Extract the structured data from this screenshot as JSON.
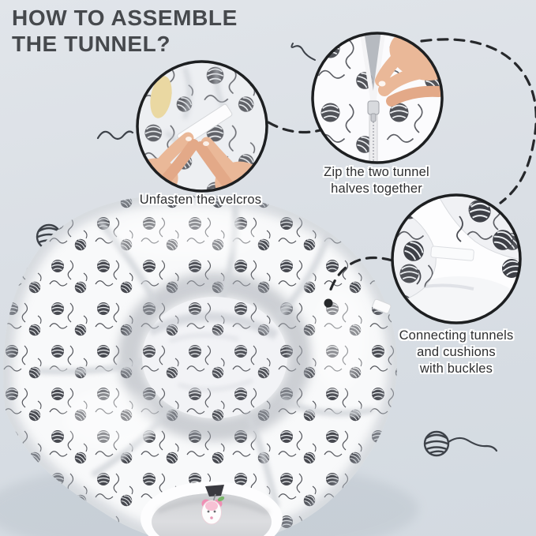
{
  "title": {
    "line1": "HOW TO ASSEMBLE",
    "line2": "THE TUNNEL?"
  },
  "steps": [
    {
      "caption": "Unfasten the velcros",
      "photo": "hands-unfastening-velcro-strap"
    },
    {
      "caption": "Zip the two tunnel\nhalves together",
      "photo": "hand-pulling-zipper-on-tunnel-halves"
    },
    {
      "caption": "Connecting tunnels\nand cushions\nwith buckles",
      "photo": "buckle-strap-joining-tunnel-and-cushion"
    }
  ],
  "artwork": {
    "main_photo": "plush-donut-cat-tunnel-with-yarn-ball-print",
    "toy": "plush-mouse-hanging-in-entrance",
    "decorations": [
      "yarn-ball-doodle-top-left",
      "yarn-ball-doodle-bottom-right",
      "yarn-thread-squiggle-left",
      "yarn-thread-squiggle-near-step2",
      "dashed-connector-step1-step2",
      "dashed-arc-step2-step3",
      "dashed-connector-step3-product",
      "buckle-point-dot"
    ]
  },
  "colors": {
    "background": "#dbe0e6",
    "title_text": "#46494d",
    "caption_text": "#2d2e30",
    "line_art": "#26282b",
    "fabric_print": "#3e4047",
    "fabric_base": "#f8f9fa",
    "mouse_toy_pink": "#ef8fb4",
    "skin_tone": "#eab898"
  }
}
